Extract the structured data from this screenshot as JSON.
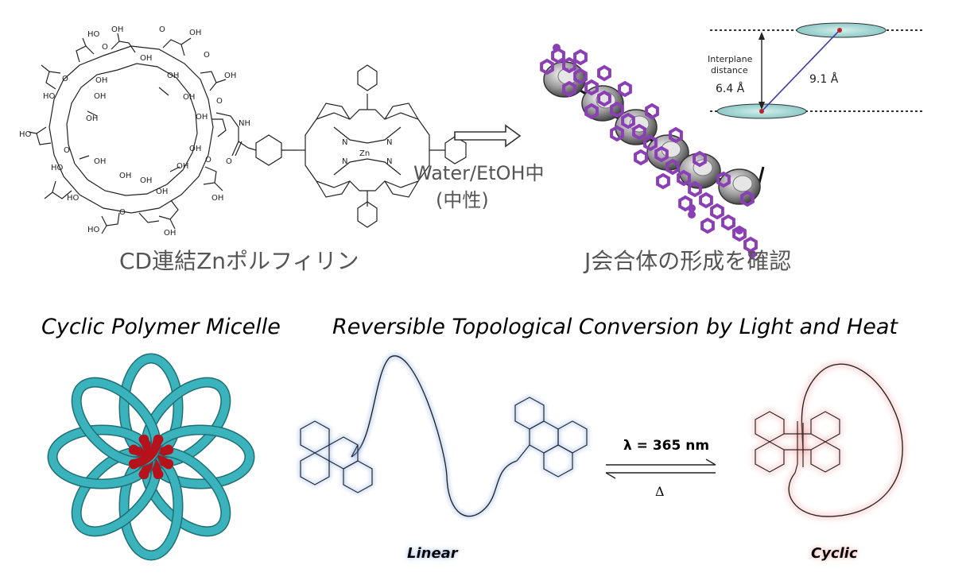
{
  "top_left": {
    "label": "CD連結Znポルフィリン",
    "atoms": {
      "oh": "OH",
      "ho": "HO",
      "o": "O",
      "nh": "NH",
      "n": "N",
      "zn": "Zn"
    }
  },
  "arrow": {
    "condition_line1": "Water/EtOH中",
    "condition_line2": "(中性)"
  },
  "top_right": {
    "label": "J会合体の形成を確認",
    "interplane_line1": "Interplane",
    "interplane_line2": "distance",
    "interplane_value": "6.4 Å",
    "diagonal_value": "9.1 Å"
  },
  "bottom": {
    "left_title": "Cyclic Polymer Micelle",
    "right_title": "Reversible Topological Conversion by Light and Heat",
    "linear_label": "Linear",
    "cyclic_label": "Cyclic",
    "forward_condition": "λ = 365 nm",
    "reverse_condition": "Δ"
  },
  "colors": {
    "loop_teal": "#3bb3bd",
    "loop_red": "#b5121b",
    "purple": "#8a3fb5",
    "blue_glow": "#8fb2e6",
    "red_glow": "#f0a0a0",
    "disc_fill": "#a8d8d6"
  }
}
